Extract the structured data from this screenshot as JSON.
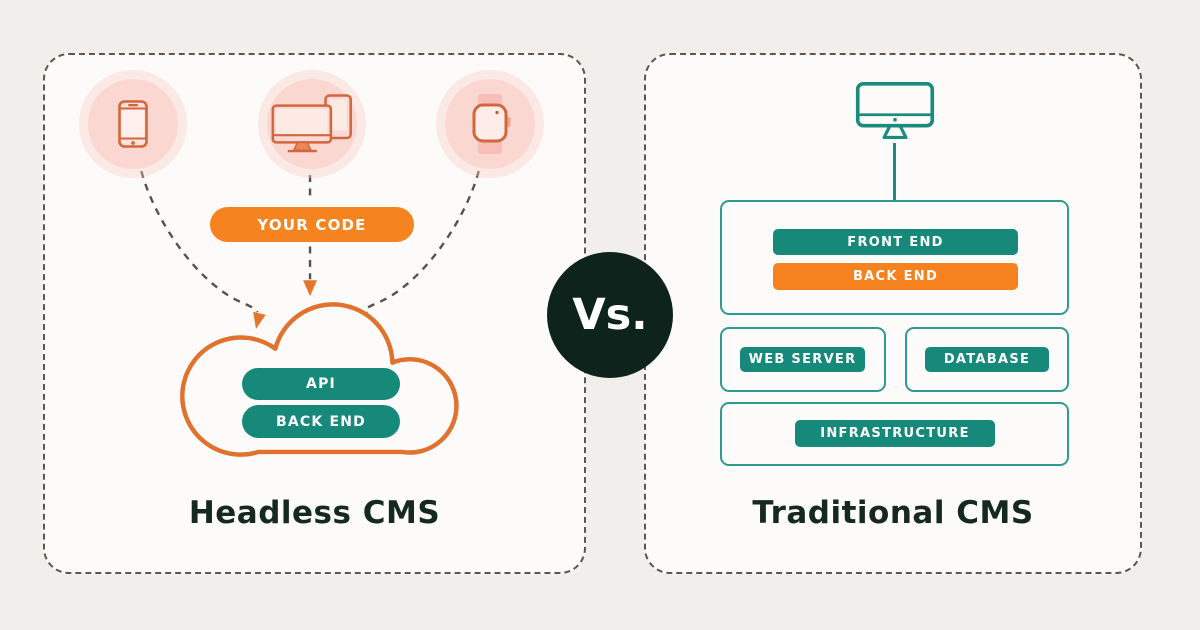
{
  "vs_badge": {
    "label": "Vs."
  },
  "headless_panel": {
    "title": "Headless CMS",
    "your_code": "YOUR CODE",
    "api": "API",
    "back_end": "BACK END",
    "device_icons": [
      "smartphone-icon",
      "desktop-and-tablet-icon",
      "smartwatch-icon"
    ]
  },
  "traditional_panel": {
    "title": "Traditional CMS",
    "monitor_icon": "desktop-monitor-icon",
    "front_end": "FRONT END",
    "back_end": "BACK END",
    "web_server": "WEB SERVER",
    "database": "DATABASE",
    "infrastructure": "INFRASTRUCTURE"
  },
  "colors": {
    "teal": "#17897b",
    "teal_outline": "#2d9c8e",
    "orange": "#f5831f",
    "cloud_stroke": "#e0722e",
    "icon_stroke": "#d2673c",
    "pink_circle": "#fbd7d2",
    "dash": "#5d564e",
    "vs_background": "#0f231d",
    "title_text": "#16291f",
    "panel_background": "#fcfbf9"
  }
}
